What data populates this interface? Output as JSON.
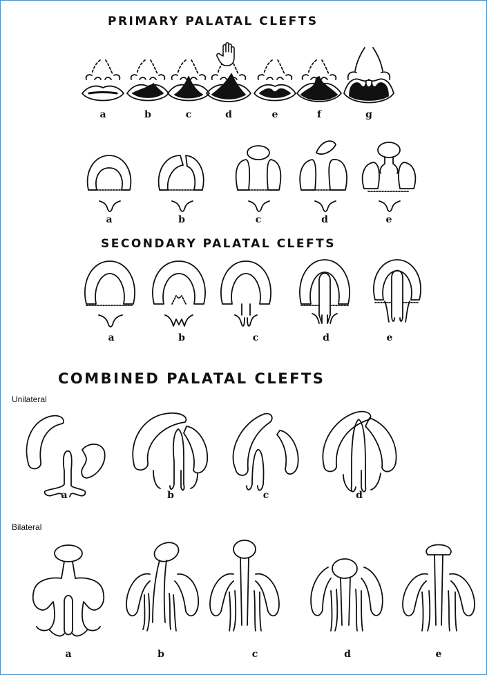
{
  "headings": {
    "primary": "PRIMARY PALATAL CLEFTS",
    "secondary": "SECONDARY PALATAL CLEFTS",
    "combined": "COMBINED PALATAL CLEFTS"
  },
  "subheadings": {
    "unilateral": "Unilateral",
    "bilateral": "Bilateral"
  },
  "labels": {
    "primary_lips": [
      "a",
      "b",
      "c",
      "d",
      "e",
      "f",
      "g"
    ],
    "primary_palates": [
      "a",
      "b",
      "c",
      "d",
      "e"
    ],
    "secondary": [
      "a",
      "b",
      "c",
      "d",
      "e"
    ],
    "unilateral": [
      "a",
      "b",
      "c",
      "d"
    ],
    "bilateral": [
      "a",
      "b",
      "c",
      "d",
      "e"
    ]
  },
  "colors": {
    "ink": "#111111",
    "frame": "#4a90c8"
  },
  "icons": {
    "cursor": "hand-cursor-icon"
  }
}
